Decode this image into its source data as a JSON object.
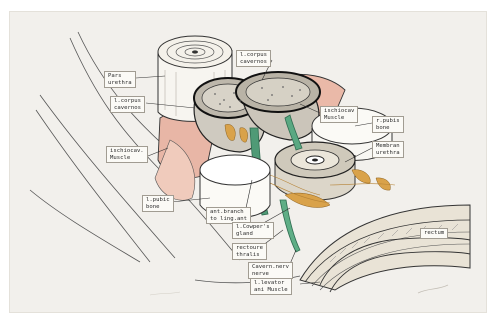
{
  "labels": {
    "corpus_cavernos": "l.corpus\ncavernos",
    "pars_urethra": "Pars\nurethra",
    "corpus_cavernos_left": "l.corpus\ncavernos",
    "ischiocav_right": "ischiocav\nMuscle",
    "ischiocav_left": "ischiocav.\nMuscle",
    "pubis_right": "r.pubis\nbone",
    "membran_urethra": "Membran\nurethra",
    "pubic_bone_left": "l.pubic\nbone",
    "ant_branch": "ant.branch\nto ling.ant",
    "cowpers_gland": "l.Cowper's\ngland",
    "rectourethralis": "rectoure\nthralis",
    "cavern_nerve": "Cavern.nerv\nnerve",
    "levator_ani": "l.levator\nani Muscle",
    "rectum": "rectum"
  },
  "colors": {
    "paper": "#f2f0ec",
    "muscle_pink": "#e8b6a6",
    "nerve_green": "#4f9a76",
    "fat_yellow": "#d9a24a",
    "outline": "#2e2e2e"
  }
}
